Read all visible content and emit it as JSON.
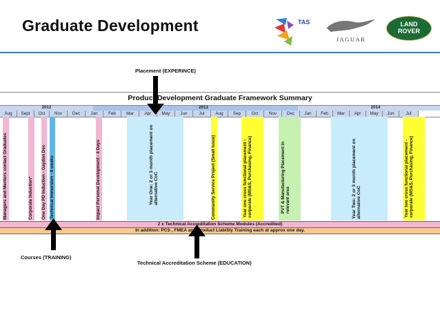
{
  "slide": {
    "title": "Graduate Development"
  },
  "logos": {
    "tas": "TAS",
    "jaguar": "JAGUAR",
    "landrover_line1": "LAND",
    "landrover_line2": "ROVER"
  },
  "framework": {
    "title": "Product Development Graduate Framework Summary",
    "years": [
      "2012",
      "2013",
      "2014"
    ],
    "months": [
      "Aug",
      "Sept",
      "Oct",
      "Nov",
      "Dec",
      "Jan",
      "Feb",
      "Mar",
      "Apr",
      "May",
      "Jun",
      "Jul",
      "Aug",
      "Sep",
      "Oct",
      "Nov",
      "Dec",
      "Jan",
      "Feb",
      "Mar",
      "Apr",
      "May",
      "Jun",
      "Jul"
    ],
    "activities": {
      "managers": "Managers and Mentors contact Graduates",
      "corporate_induction": "Corporate Induction*",
      "pd_induction": "One Day PD Induction - Gaydon Dec",
      "technical_immersion": "Technical Immersion - 8 weeks",
      "impact": "Impact Personal Development - 4 Days",
      "year_one": "Year One: 2 or 3 month placement on alternative CoC",
      "community": "Community Service Project (Small Issue)",
      "year_one_cross": "Year one cross functional placement - corporate (MS&S, Purchasing, Finance)",
      "pvt": "PVT & Manufacturing Placement in relevant area",
      "year_two": "Year Two: 2 or 3 month placement on alternative CoC",
      "year_two_cross": "Year two cross functional placement - corporate (MS&S, Purchasing, Finance)"
    },
    "bottom_bar_1": "2 x Technical Accreditation Scheme Modules (Accredited)",
    "bottom_bar_2": "In addition: PCS , FMEA and Product Liability Training each at approx one day."
  },
  "annotations": {
    "placement": "Placement (EXPERINCE)",
    "courses": "Courses (TRAINING)",
    "tas": "Technical Accreditation Scheme (EDUCATION)"
  },
  "colors": {
    "accent_blue": "#3f78b8",
    "pink": "#f3b6d2",
    "light_blue": "#c8ecfb",
    "yellow": "#ffff33",
    "green": "#c6f1b0",
    "orange": "#f7c98e"
  }
}
